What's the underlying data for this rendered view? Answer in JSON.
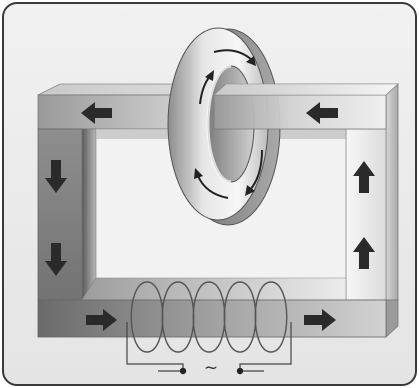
{
  "diagram": {
    "source_symbol": "~",
    "magnetic_core": {
      "flux_arrows": [
        {
          "limb": "top",
          "direction": "left"
        },
        {
          "limb": "top",
          "direction": "left"
        },
        {
          "limb": "left",
          "direction": "down"
        },
        {
          "limb": "left",
          "direction": "down"
        },
        {
          "limb": "bottom",
          "direction": "right"
        },
        {
          "limb": "bottom",
          "direction": "right"
        },
        {
          "limb": "right",
          "direction": "up"
        },
        {
          "limb": "right",
          "direction": "up"
        }
      ]
    },
    "toroid": {
      "induced_flow": "circulating",
      "arrow_count": 4
    },
    "coil": {
      "turns": 5
    },
    "colors": {
      "frame": "#3a3a3a",
      "panel_background": "#eeeeee",
      "core_light": "#d9d9d9",
      "core_dark": "#6e6e6e",
      "arrow": "#2a2a2a",
      "coil_wire": "#555555"
    }
  }
}
